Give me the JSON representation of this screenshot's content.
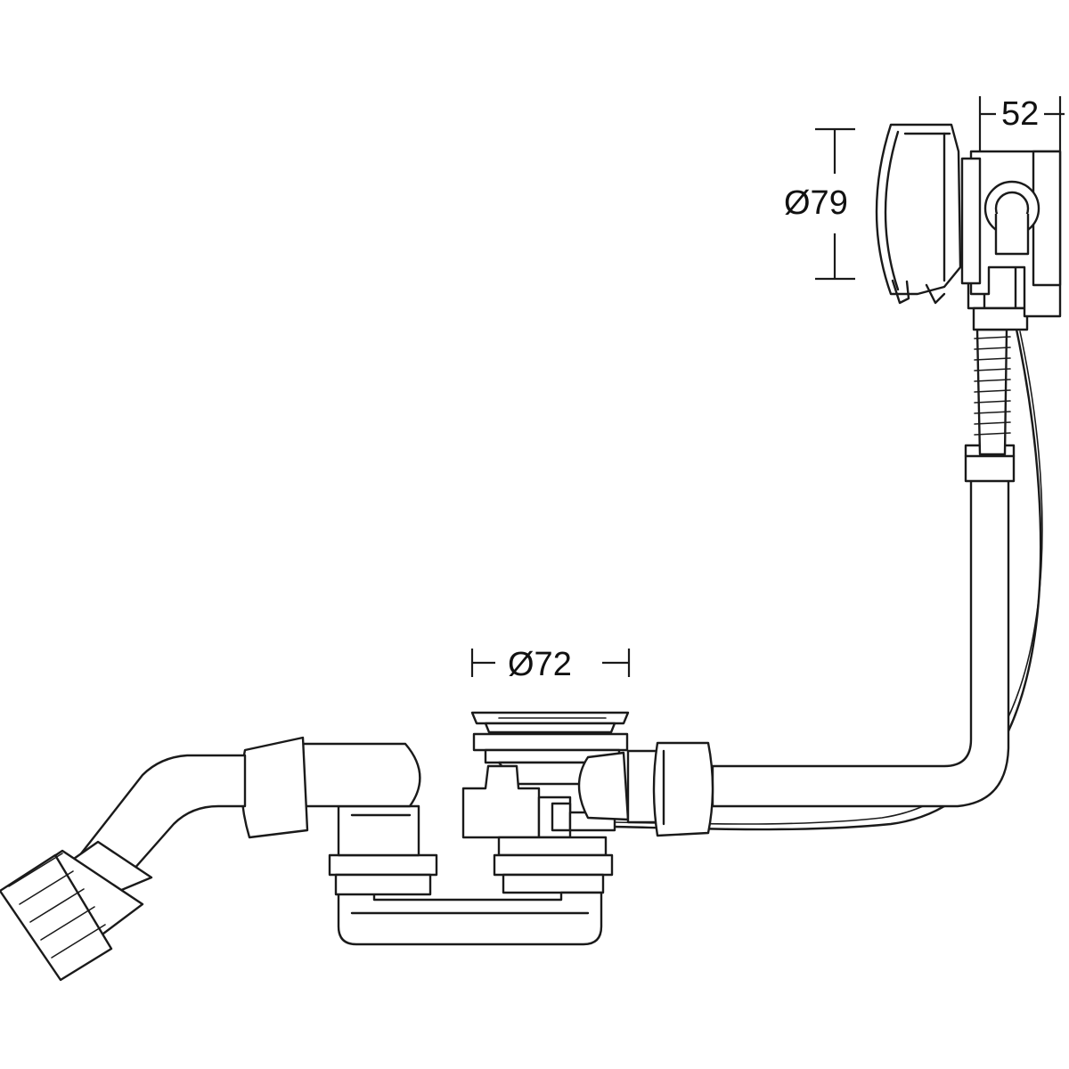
{
  "dimensions": {
    "overflow_width": "52",
    "overflow_diameter": "Ø79",
    "drain_diameter": "Ø72"
  },
  "colors": {
    "line": "#1a1a1a",
    "background": "#ffffff"
  }
}
